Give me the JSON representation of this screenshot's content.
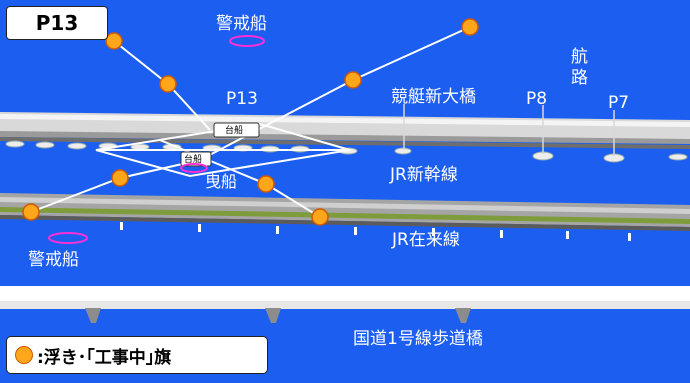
{
  "title": "P13",
  "legend": {
    "marker": "orange-circle-icon",
    "text": ":浮き･｢工事中｣旗"
  },
  "labels": {
    "guard_ship_top": "警戒船",
    "guard_ship_bottom": "警戒船",
    "pier_p13": "P13",
    "pier_p8": "P8",
    "pier_p7": "P7",
    "kyotei_bridge": "競艇新大橋",
    "channel_1": "航",
    "channel_2": "路",
    "jr_shinkansen": "JR新幹線",
    "jr_conventional": "JR在来線",
    "national_route_bridge": "国道1号線歩道橋",
    "barge_1": "台船",
    "barge_2": "台船",
    "tugboat": "曳船"
  },
  "colors": {
    "water": "#1c5ff0",
    "buoy_fill": "#ffa61a",
    "buoy_edge": "#d05a00",
    "guard_ship_marker": "#ff2fd6",
    "label_text": "#ffffff"
  }
}
